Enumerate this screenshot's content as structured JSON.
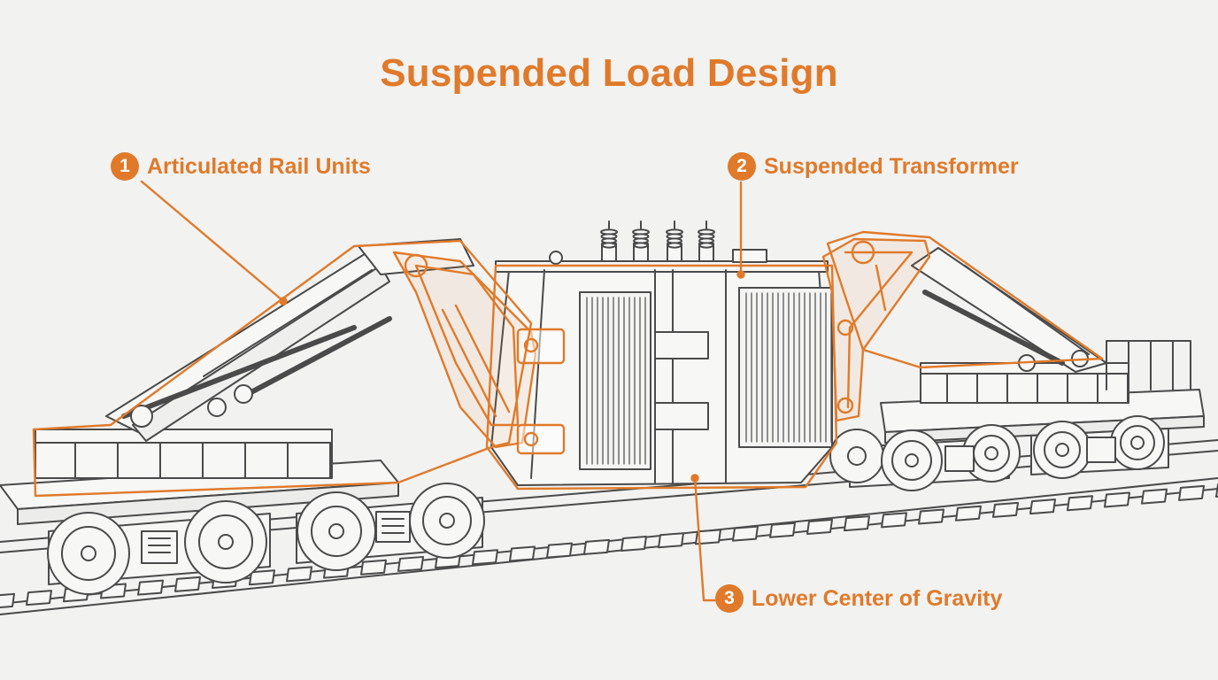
{
  "title": "Suspended Load Design",
  "colors": {
    "accent": "#e07a2a",
    "line": "#4a4a4a",
    "background": "#f2f2f1"
  },
  "callouts": [
    {
      "number": "1",
      "label": "Articulated Rail Units"
    },
    {
      "number": "2",
      "label": "Suspended Transformer"
    },
    {
      "number": "3",
      "label": "Lower Center of Gravity"
    }
  ]
}
